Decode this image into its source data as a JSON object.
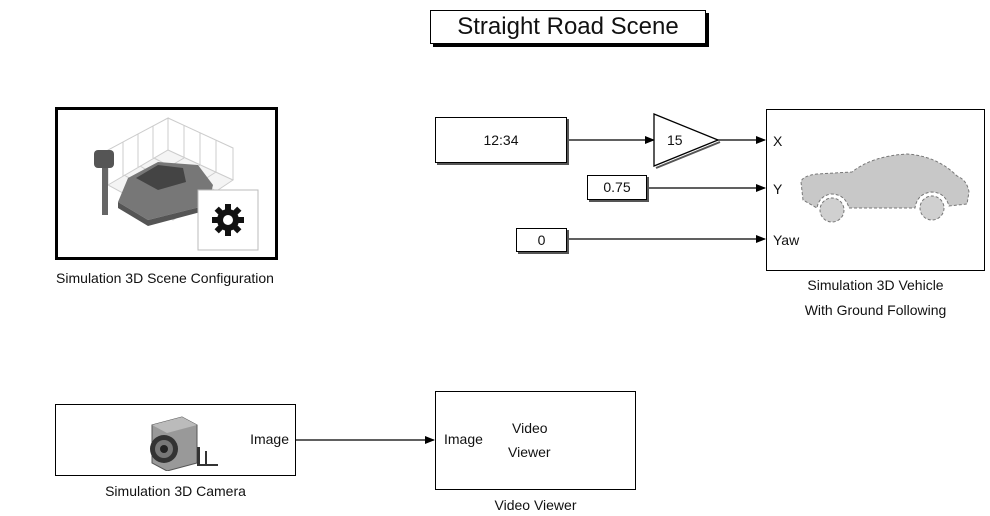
{
  "title": "Straight Road Scene",
  "blocks": {
    "scene_config": {
      "label": "Simulation 3D Scene Configuration"
    },
    "const_x": {
      "value": "12:34"
    },
    "gain": {
      "value": "15"
    },
    "const_y": {
      "value": "0.75"
    },
    "const_yaw": {
      "value": "0"
    },
    "vehicle": {
      "label_line1": "Simulation 3D Vehicle",
      "label_line2": "With Ground Following",
      "ports": {
        "x": "X",
        "y": "Y",
        "yaw": "Yaw"
      }
    },
    "camera": {
      "label": "Simulation 3D Camera",
      "port_out": "Image"
    },
    "video_viewer": {
      "label": "Video Viewer",
      "port_in": "Image",
      "inner_line1": "Video",
      "inner_line2": "Viewer"
    }
  }
}
